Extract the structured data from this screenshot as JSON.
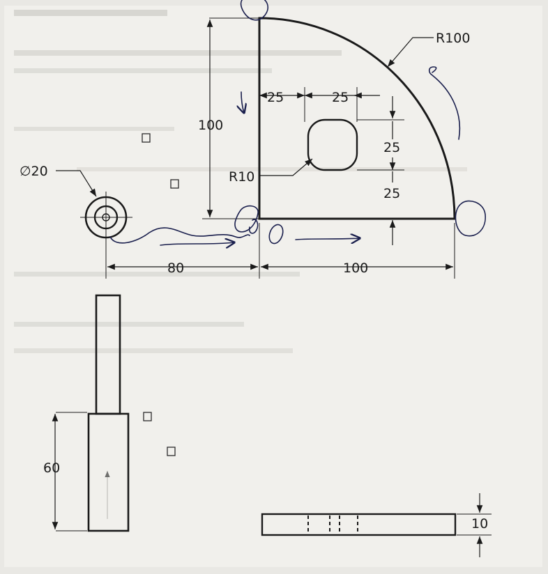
{
  "drawing": {
    "background_color": "#e9e8e4",
    "line_color": "#1a1a1a",
    "pen_color": "#1a1f4d",
    "dimensions": {
      "outer_radius": "R100",
      "slot_width_left": "25",
      "slot_width_right": "25",
      "total_height": "100",
      "slot_top_offset": "25",
      "slot_bottom_offset": "25",
      "corner_radius": "R10",
      "hole_diameter": "∅20",
      "hole_offset": "80",
      "base_width": "100",
      "pin_height": "60",
      "plate_thickness": "10"
    }
  }
}
